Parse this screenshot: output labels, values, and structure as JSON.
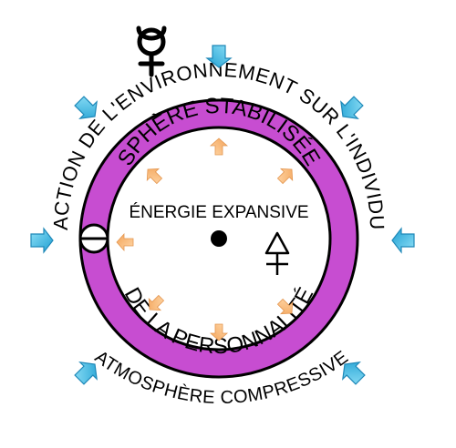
{
  "diagram": {
    "top_arc_text": "ACTION DE L'ENVIRONNEMENT SUR L'INDIVIDU",
    "bottom_arc_text": "ATMOSPHÈRE COMPRESSIVE",
    "ring_top_text": "SPHÈRE STABILISÉE",
    "ring_bottom_text": "DE LA PERSONNALITÉ",
    "center_text": "ÉNERGIE EXPANSIVE",
    "mercury_icon": "mercury-symbol",
    "salt_icon": "salt-symbol",
    "sulphur_icon": "sulphur-symbol",
    "colors": {
      "ring": "#c74dd1",
      "outer_arrows": "#3ab4df",
      "inner_arrows": "#f5b36f",
      "outline": "#000000"
    }
  }
}
